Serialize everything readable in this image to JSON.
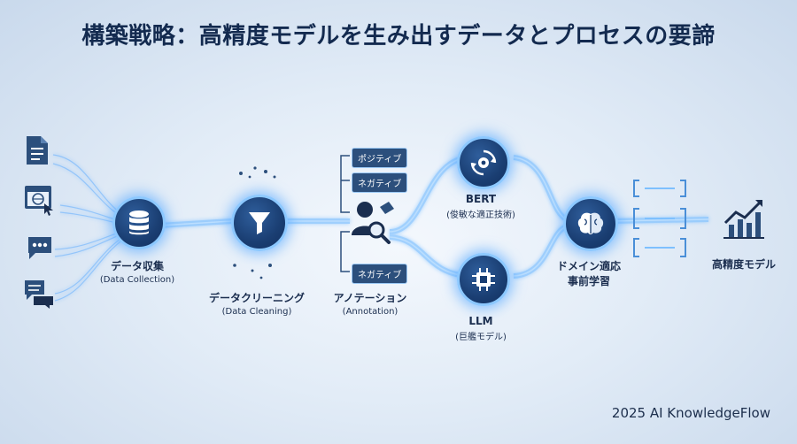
{
  "title": "構築戦略：高精度モデルを生み出すデータとプロセスの要諦",
  "sources": [
    "document-icon",
    "web-browser-icon",
    "chat-bubble-icon",
    "conversation-icon"
  ],
  "steps": {
    "collection": {
      "label": "データ収集",
      "sub": "(Data Collection)"
    },
    "cleaning": {
      "label": "データクリーニング",
      "sub": "(Data Cleaning)"
    },
    "annotation": {
      "label": "アノテーション",
      "sub": "(Annotation)"
    },
    "bert": {
      "label": "BERT",
      "sub": "(俊敏な適正技術)"
    },
    "llm": {
      "label": "LLM",
      "sub": "(巨艦モデル)"
    },
    "pretraining": {
      "label": "ドメイン適応",
      "sub": "事前学習"
    },
    "result": {
      "label": "高精度モデル"
    }
  },
  "tags": {
    "positive": "ポジティブ",
    "negative_top": "ネガティブ",
    "negative_bottom": "ネガティブ"
  },
  "footer": "2025 AI KnowledgeFlow",
  "colors": {
    "node": "#1a3e72",
    "glow": "#8cc8ff",
    "flow": "#5aaaff",
    "title": "#132a4f"
  }
}
